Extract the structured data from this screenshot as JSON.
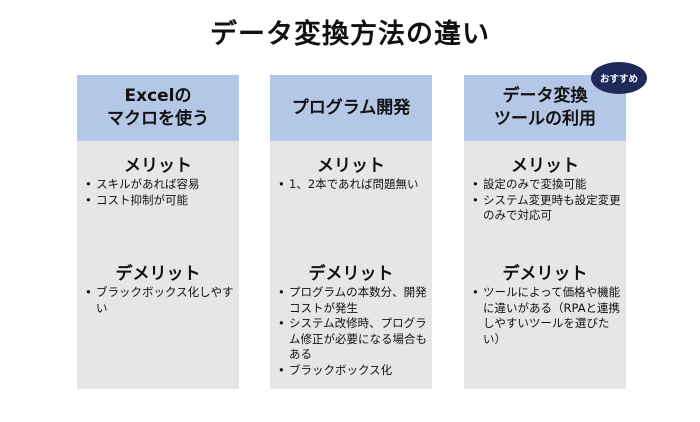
{
  "title": "データ変換方法の違い",
  "badge": "おすすめ",
  "columns": [
    {
      "head_line1": "Excelの",
      "head_line2": "マクロを使う",
      "merit_title": "メリット",
      "merits": [
        "スキルがあれば容易",
        "コスト抑制が可能"
      ],
      "demerit_title": "デメリット",
      "demerits": [
        "ブラックボックス化しやすい"
      ]
    },
    {
      "head_line1": "プログラム開発",
      "head_line2": "",
      "merit_title": "メリット",
      "merits": [
        "1、2本であれば問題無い"
      ],
      "demerit_title": "デメリット",
      "demerits": [
        "プログラムの本数分、開発コストが発生",
        "システム改修時、プログラム修正が必要になる場合もある",
        "ブラックボックス化"
      ]
    },
    {
      "head_line1": "データ変換",
      "head_line2": "ツールの利用",
      "merit_title": "メリット",
      "merits": [
        "設定のみで変換可能",
        "システム変更時も設定変更のみで対応可"
      ],
      "demerit_title": "デメリット",
      "demerits": [
        "ツールによって価格や機能に違いがある（RPAと連携しやすいツールを選びたい）"
      ]
    }
  ]
}
